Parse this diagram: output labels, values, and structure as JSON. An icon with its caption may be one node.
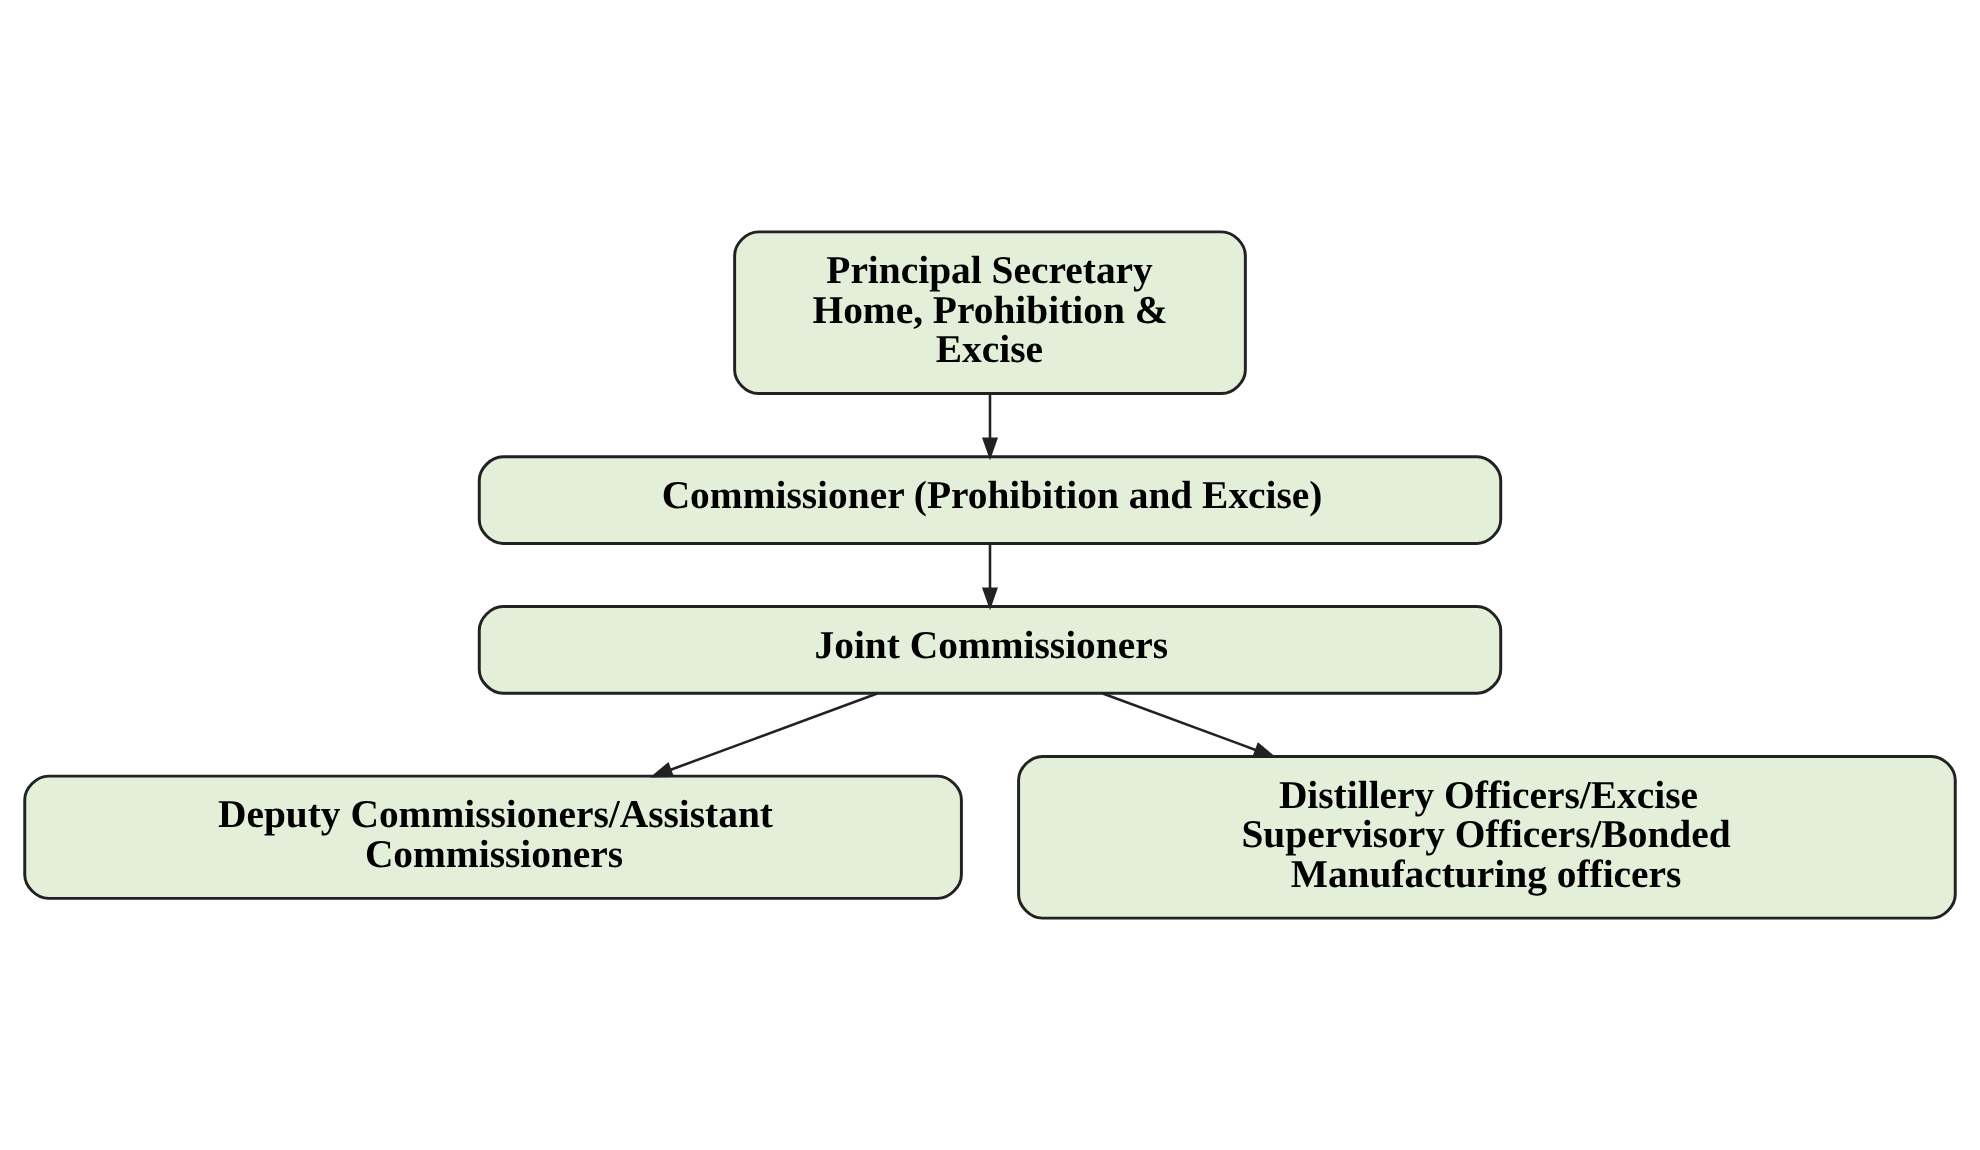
{
  "diagram": {
    "nodes": [
      {
        "text": [
          "Principal Secretary Home, Prohibition & Excise"
        ]
      },
      {
        "text": [
          "Commissioner (Prohibition and Excise)"
        ]
      },
      {
        "text": [
          "Joint Commissioners"
        ]
      },
      {
        "text": [
          "Deputy Commissioners/Assistant Commissioners"
        ]
      },
      {
        "text": [
          "Distillery Officers/Excise Supervisory Officers/Bonded Manufacturing officers"
        ]
      }
    ],
    "edges": [
      {
        "from": 0,
        "to": 1,
        "arrow": "to"
      },
      {
        "from": 1,
        "to": 2,
        "arrow": "to"
      },
      {
        "from": 2,
        "to": 3,
        "arrow": "to"
      },
      {
        "from": 2,
        "to": 4,
        "arrow": "to"
      }
    ]
  }
}
